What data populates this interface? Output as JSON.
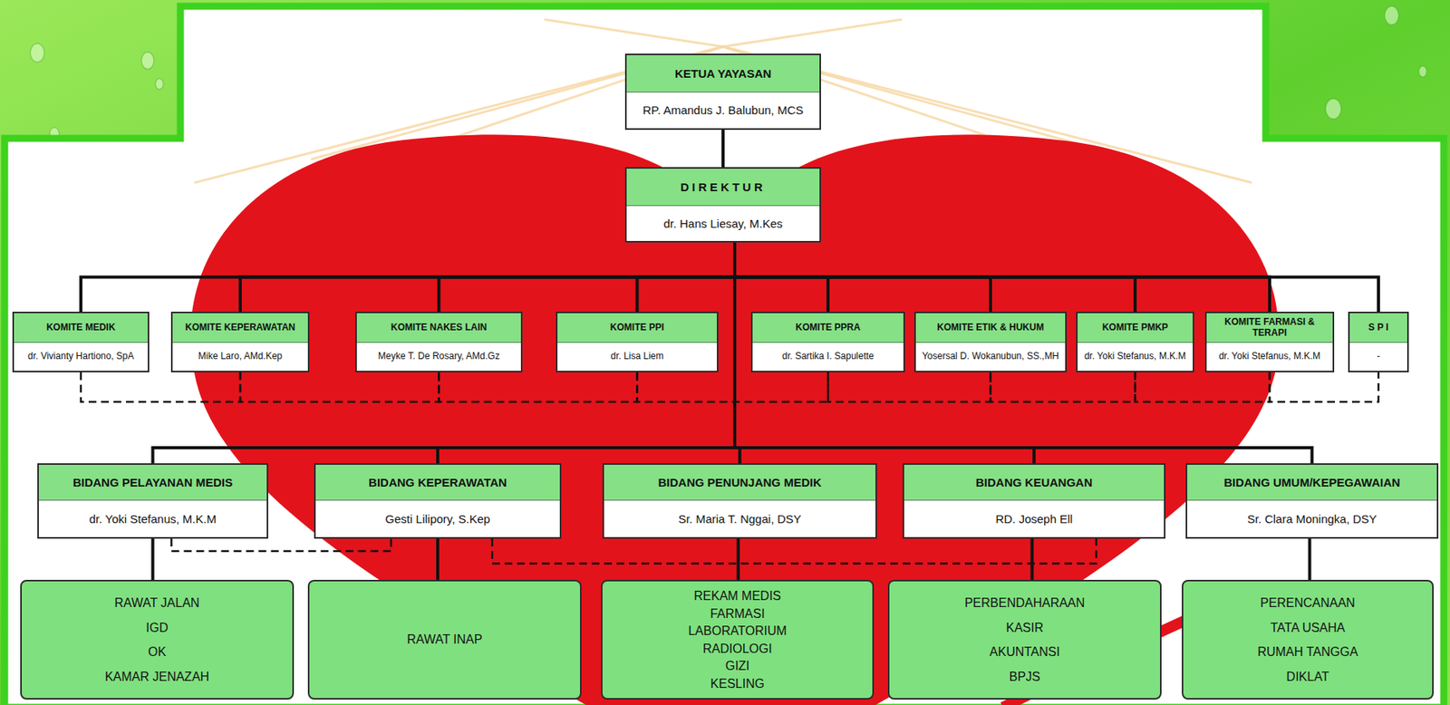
{
  "diagram": {
    "nodes": [
      {
        "text": [
          "KETUA YAYASAN",
          "RP. Amandus J. Balubun, MCS"
        ]
      },
      {
        "text": [
          "DIREKTUR",
          "dr. Hans Liesay, M.Kes"
        ]
      },
      {
        "text": [
          "KOMITE MEDIK",
          "dr. Vivianty Hartiono, SpA"
        ]
      },
      {
        "text": [
          "KOMITE KEPERAWATAN",
          "Mike Laro, AMd.Kep"
        ]
      },
      {
        "text": [
          "KOMITE NAKES LAIN",
          "Meyke T. De Rosary, AMd.Gz"
        ]
      },
      {
        "text": [
          "KOMITE PPI",
          "dr. Lisa Liem"
        ]
      },
      {
        "text": [
          "KOMITE PPRA",
          "dr. Sartika I. Sapulette"
        ]
      },
      {
        "text": [
          "KOMITE ETIK & HUKUM",
          "Yosersal D. Wokanubun, SS.,MH"
        ]
      },
      {
        "text": [
          "KOMITE PMKP",
          "dr. Yoki Stefanus, M.K.M"
        ]
      },
      {
        "text": [
          "KOMITE FARMASI & TERAPI",
          "dr. Yoki Stefanus, M.K.M"
        ]
      },
      {
        "text": [
          "S P I",
          "-"
        ]
      },
      {
        "text": [
          "BIDANG PELAYANAN MEDIS",
          "dr. Yoki Stefanus, M.K.M"
        ]
      },
      {
        "text": [
          "BIDANG KEPERAWATAN",
          "Gesti Lilipory, S.Kep"
        ]
      },
      {
        "text": [
          "BIDANG PENUNJANG MEDIK",
          "Sr. Maria T. Nggai, DSY"
        ]
      },
      {
        "text": [
          "BIDANG KEUANGAN",
          "RD. Joseph Ell"
        ]
      },
      {
        "text": [
          "BIDANG UMUM/KEPEGAWAIAN",
          "Sr. Clara Moningka, DSY"
        ]
      },
      {
        "text": [
          "RAWAT JALAN",
          "IGD",
          "OK",
          "KAMAR JENAZAH"
        ]
      },
      {
        "text": [
          "RAWAT INAP"
        ]
      },
      {
        "text": [
          "REKAM MEDIS",
          "FARMASI",
          "LABORATORIUM",
          "RADIOLOGI",
          "GIZI",
          "KESLING"
        ]
      },
      {
        "text": [
          "PERBENDAHARAAN",
          "KASIR",
          "AKUNTANSI",
          "BPJS"
        ]
      },
      {
        "text": [
          "PERENCANAAN",
          "TATA USAHA",
          "RUMAH TANGGA",
          "DIKLAT"
        ]
      }
    ],
    "edges": [
      {
        "from": 0,
        "to": 1,
        "arrow": "none"
      },
      {
        "from": 1,
        "to": 2,
        "arrow": "none"
      },
      {
        "from": 1,
        "to": 3,
        "arrow": "none"
      },
      {
        "from": 1,
        "to": 4,
        "arrow": "none"
      },
      {
        "from": 1,
        "to": 5,
        "arrow": "none"
      },
      {
        "from": 1,
        "to": 6,
        "arrow": "none"
      },
      {
        "from": 1,
        "to": 7,
        "arrow": "none"
      },
      {
        "from": 1,
        "to": 8,
        "arrow": "none"
      },
      {
        "from": 1,
        "to": 9,
        "arrow": "none"
      },
      {
        "from": 1,
        "to": 10,
        "arrow": "none"
      },
      {
        "from": 2,
        "to": 3,
        "arrow": "none"
      },
      {
        "from": 3,
        "to": 4,
        "arrow": "none"
      },
      {
        "from": 4,
        "to": 5,
        "arrow": "none"
      },
      {
        "from": 5,
        "to": 6,
        "arrow": "none"
      },
      {
        "from": 6,
        "to": 7,
        "arrow": "none"
      },
      {
        "from": 7,
        "to": 8,
        "arrow": "none"
      },
      {
        "from": 8,
        "to": 9,
        "arrow": "none"
      },
      {
        "from": 9,
        "to": 10,
        "arrow": "none"
      },
      {
        "from": 1,
        "to": 11,
        "arrow": "none"
      },
      {
        "from": 1,
        "to": 12,
        "arrow": "none"
      },
      {
        "from": 1,
        "to": 13,
        "arrow": "none"
      },
      {
        "from": 1,
        "to": 14,
        "arrow": "none"
      },
      {
        "from": 1,
        "to": 15,
        "arrow": "none"
      },
      {
        "from": 11,
        "to": 12,
        "arrow": "none"
      },
      {
        "from": 12,
        "to": 14,
        "arrow": "none"
      },
      {
        "from": 11,
        "to": 16,
        "arrow": "none"
      },
      {
        "from": 12,
        "to": 17,
        "arrow": "none"
      },
      {
        "from": 13,
        "to": 18,
        "arrow": "none"
      },
      {
        "from": 14,
        "to": 19,
        "arrow": "none"
      },
      {
        "from": 15,
        "to": 20,
        "arrow": "none"
      }
    ]
  }
}
